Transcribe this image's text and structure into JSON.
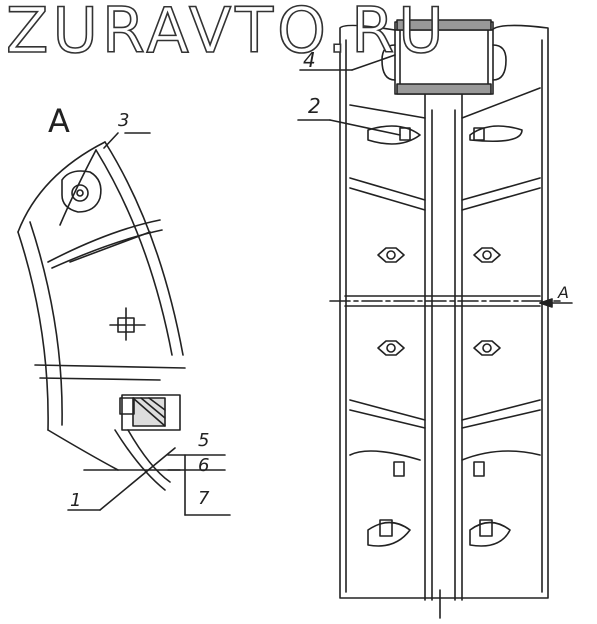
{
  "watermark": "ZURAVTO.RU",
  "view_label": "A",
  "section_arrow_label": "A",
  "callouts": {
    "c1": "1",
    "c2": "2",
    "c3": "3",
    "c4": "4",
    "c5": "5",
    "c6": "6",
    "c7": "7"
  },
  "colors": {
    "ink": "#222222",
    "paper": "#ffffff"
  }
}
